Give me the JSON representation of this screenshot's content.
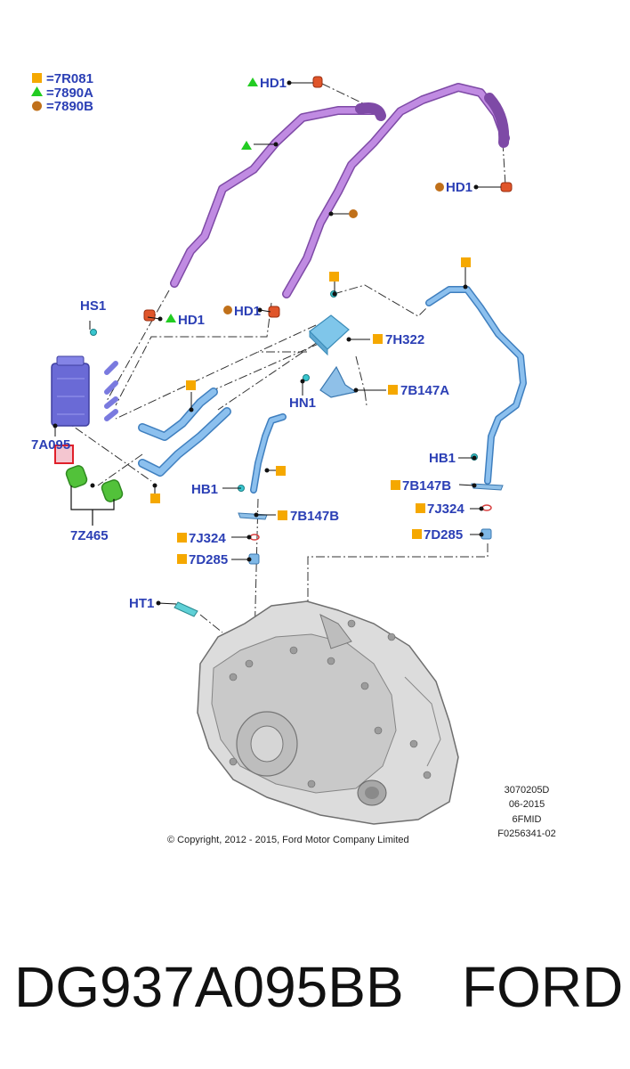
{
  "legend": [
    {
      "shape": "square",
      "text": "=7R081",
      "color": "#f5a800"
    },
    {
      "shape": "triangle",
      "text": "=7890A",
      "color": "#22cc22"
    },
    {
      "shape": "circle",
      "text": "=7890B",
      "color": "#c0701a"
    }
  ],
  "labels": {
    "hd1_top": "HD1",
    "hd1_right": "HD1",
    "hd1_mid_left": "HD1",
    "hd1_mid": "HD1",
    "hs1": "HS1",
    "part_7h322": "7H322",
    "part_7b147a": "7B147A",
    "hn1": "HN1",
    "part_7a095": "7A095",
    "part_7z465": "7Z465",
    "hb1_left": "HB1",
    "part_7b147b_left": "7B147B",
    "part_7j324_left": "7J324",
    "part_7d285_left": "7D285",
    "hb1_right": "HB1",
    "part_7b147b_right": "7B147B",
    "part_7j324_right": "7J324",
    "part_7d285_right": "7D285",
    "ht1": "HT1"
  },
  "meta": {
    "line1": "3070205D",
    "line2": "06-2015",
    "line3": "6FMID",
    "line4": "F0256341-02"
  },
  "copyright": "© Copyright, 2012 - 2015, Ford Motor Company Limited",
  "footer": {
    "part_number": "DG937A095BB",
    "brand": "FORD"
  },
  "colors": {
    "label_blue": "#2b3fb5",
    "purple_pipe": "#b27ad6",
    "blue_pipe": "#6aa8e0",
    "cooler": "#6a6ad6",
    "green_clip": "#52c23a",
    "highlight_red": "#e0202a"
  }
}
